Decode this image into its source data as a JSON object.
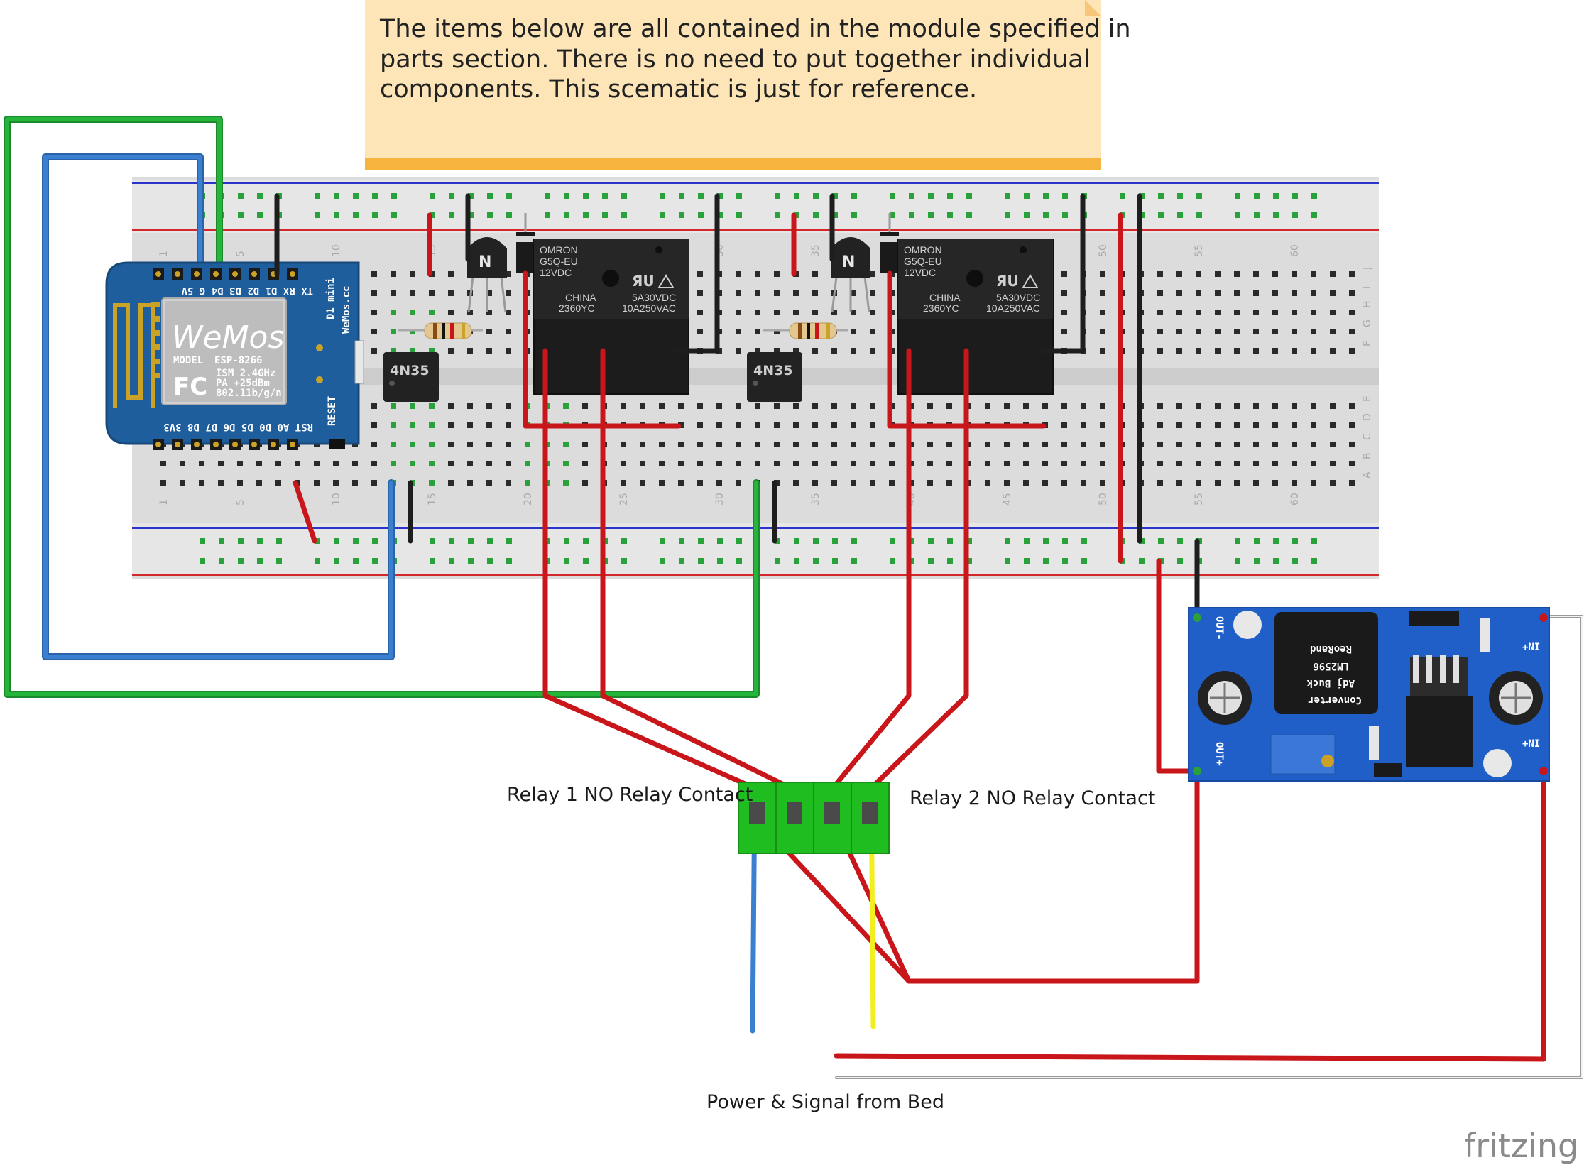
{
  "note": {
    "lines": [
      "The items below are all contained in the module specified in",
      "parts section. There is no need to put together individual",
      "components. This scematic is just for reference."
    ]
  },
  "labels": {
    "relay1": "Relay 1 NO Relay Contact",
    "relay2": "Relay 2 NO Relay Contact",
    "power": "Power & Signal from Bed",
    "watermark": "fritzing"
  },
  "wemos": {
    "logo": "WeMos",
    "model_label": "MODEL",
    "model": "ESP-8266",
    "specs": [
      "ISM 2.4GHz",
      "PA +25dBm",
      "802.11b/g/n"
    ],
    "fc": "FC",
    "board_name": "D1 mini",
    "site": "WeMos.cc",
    "reset": "RESET",
    "top_pins": "TX  RX  D1  D2  D3  D4  G   5V",
    "bottom_pins": "RST A0  D0  D5  D6  D7  D8  3V3"
  },
  "optocouplers": [
    "4N35",
    "4N35"
  ],
  "transistor_mark": "N",
  "relays": [
    {
      "brand": "OMRON",
      "model": "G5Q-EU",
      "voltage": "12VDC",
      "origin": "CHINA",
      "code": "2360YC",
      "rating1": "5A30VDC",
      "rating2": "10A250VAC"
    },
    {
      "brand": "OMRON",
      "model": "G5Q-EU",
      "voltage": "12VDC",
      "origin": "CHINA",
      "code": "2360YC",
      "rating1": "5A30VDC",
      "rating2": "10A250VAC"
    }
  ],
  "converter": {
    "chip_lines": [
      "Converter",
      "Adj Buck",
      "LM2596",
      "ReoRand"
    ],
    "out_minus": "OUT-",
    "out_plus": "OUT+",
    "in_plus_top": "+NI",
    "in_plus_bottom": "+NI"
  },
  "breadboard": {
    "row_letters_right": [
      "J",
      "I",
      "H",
      "G",
      "F",
      "E",
      "D",
      "C",
      "B",
      "A"
    ],
    "column_numbers": [
      "1",
      "5",
      "10",
      "15",
      "20",
      "25",
      "30",
      "35",
      "40",
      "45",
      "50",
      "55",
      "60"
    ]
  },
  "colors": {
    "wire_red": "#c8161b",
    "wire_green": "#25b53a",
    "wire_blue": "#3b7fd1",
    "wire_black": "#1e1e1e",
    "wire_yellow": "#f2ee1f",
    "wemos_board": "#1f5e9c",
    "converter_board": "#1f5fc7",
    "note_bg": "#fde5b8",
    "note_bar": "#f6b33e",
    "terminal_green": "#1fbd1f"
  }
}
